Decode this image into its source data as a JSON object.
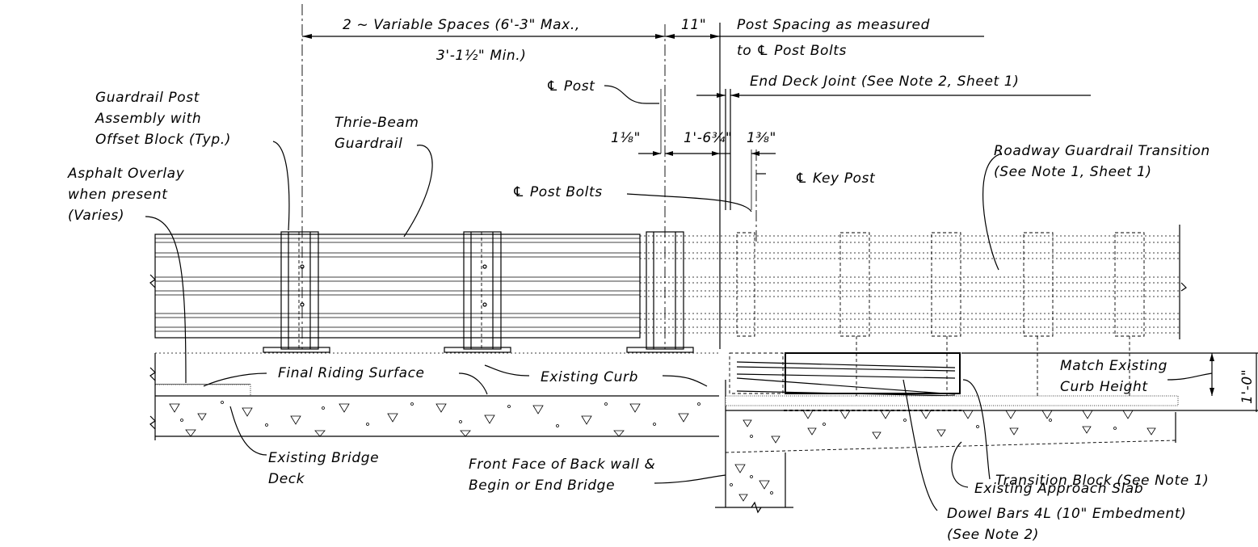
{
  "labels": {
    "variable_spaces_1": "2 ~ Variable Spaces (6'-3\" Max.,",
    "variable_spaces_2": "3'-1½\" Min.)",
    "dim_11": "11\"",
    "post_spacing_1": "Post Spacing as measured",
    "post_spacing_2": "to ℄ Post Bolts",
    "cl_post": "℄ Post",
    "end_deck_joint": "End Deck Joint (See Note 2, Sheet 1)",
    "guardrail_post_1": "Guardrail Post",
    "guardrail_post_2": "Assembly with",
    "guardrail_post_3": "Offset Block (Typ.)",
    "thrie_beam_1": "Thrie-Beam",
    "thrie_beam_2": "Guardrail",
    "dim_1_1_8": "1⅛\"",
    "dim_1_6_3_4": "1'-6¾\"",
    "dim_1_3_8": "1⅜\"",
    "roadway_transition_1": "Roadway Guardrail Transition",
    "roadway_transition_2": "(See Note 1, Sheet 1)",
    "asphalt_1": "Asphalt Overlay",
    "asphalt_2": "when present",
    "asphalt_3": "(Varies)",
    "cl_key_post": "℄ Key Post",
    "cl_post_bolts": "℄ Post Bolts",
    "final_riding_surface": "Final Riding Surface",
    "existing_curb": "Existing Curb",
    "match_curb_1": "Match Existing",
    "match_curb_2": "Curb Height",
    "dim_1_0": "1'-0\"",
    "existing_deck_1": "Existing Bridge",
    "existing_deck_2": "Deck",
    "front_face_1": "Front Face of Back wall &",
    "front_face_2": "Begin or End Bridge",
    "transition_block": "Transition Block (See Note 1)",
    "existing_slab": "Existing Approach Slab",
    "dowel_bars_1": "Dowel Bars 4L (10\" Embedment)",
    "dowel_bars_2": "(See Note 2)"
  }
}
